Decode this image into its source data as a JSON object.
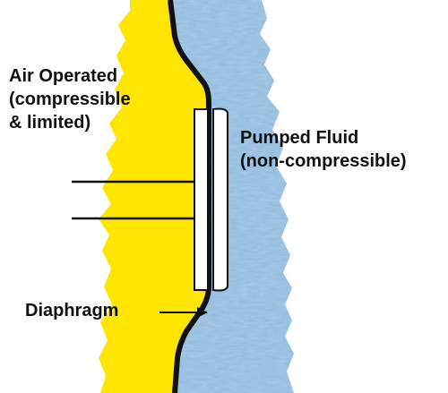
{
  "labels": {
    "air_line1": "Air Operated",
    "air_line2": "(compressible",
    "air_line3": "& limited)",
    "fluid_line1": "Pumped Fluid",
    "fluid_line2": "(non-compressible)",
    "diaphragm": "Diaphragm"
  },
  "colors": {
    "air_side": "#ffe600",
    "fluid_side": "#8fb9dd",
    "diaphragm": "#111111",
    "background": "#ffffff"
  }
}
